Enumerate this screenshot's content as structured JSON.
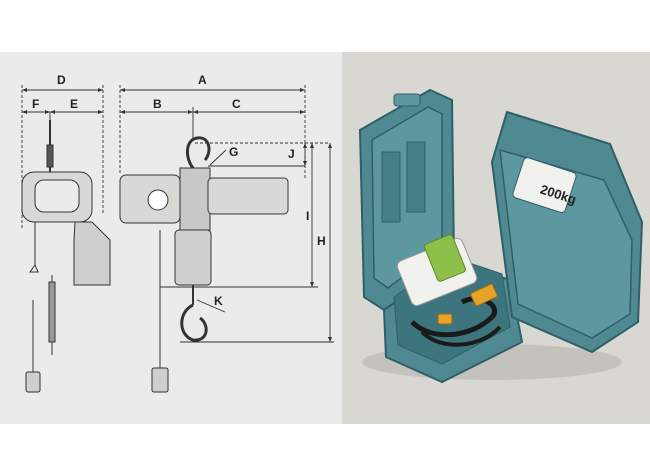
{
  "dimension_labels": {
    "A": "A",
    "B": "B",
    "C": "C",
    "D": "D",
    "E": "E",
    "F": "F",
    "G": "G",
    "H": "H",
    "I": "I",
    "J": "J",
    "K": "K"
  },
  "case_lid_badge": "200kg",
  "colors": {
    "drawing_bg": "#ebebe9",
    "line": "#333333",
    "case_teal": "#4f8a93",
    "case_dark": "#2f5f67",
    "motor_white": "#f1f1ee",
    "hoist_green": "#8cc04a",
    "cable_black": "#1a1a1a",
    "plug_orange": "#e5a32a"
  }
}
